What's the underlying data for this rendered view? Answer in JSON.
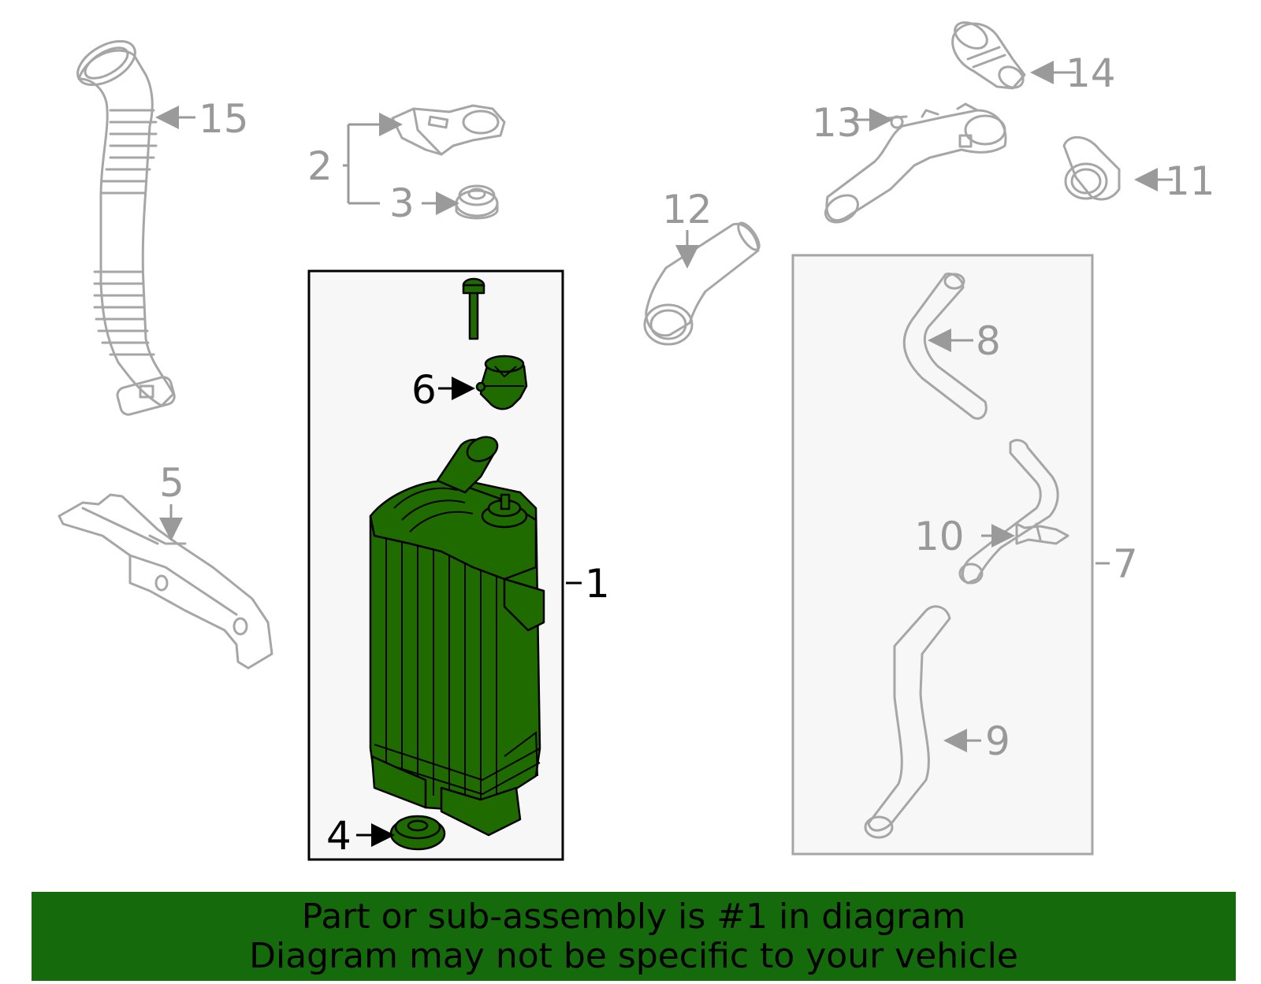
{
  "callouts": {
    "c1": "1",
    "c2": "2",
    "c3": "3",
    "c4": "4",
    "c5": "5",
    "c6": "6",
    "c7": "7",
    "c8": "8",
    "c9": "9",
    "c10": "10",
    "c11": "11",
    "c12": "12",
    "c13": "13",
    "c14": "14",
    "c15": "15"
  },
  "highlighted_part": "1",
  "colors": {
    "highlight_green": "#1f6b00",
    "banner_green": "#156b0c",
    "line_gray": "#a6a6a6",
    "group_box_bg": "#f7f7f7"
  },
  "banner": {
    "line1": "Part or sub-assembly is #1 in diagram",
    "line2": "Diagram may not be specific to your vehicle"
  }
}
